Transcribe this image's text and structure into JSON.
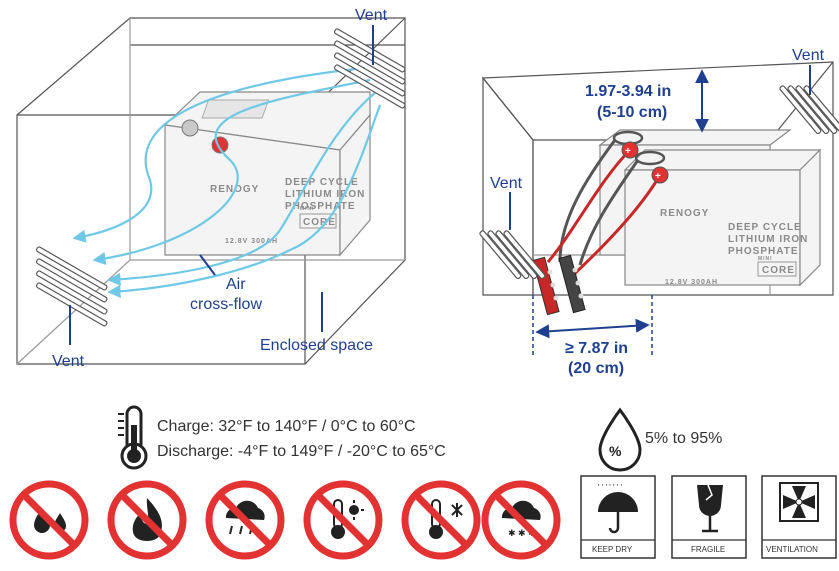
{
  "left_diagram": {
    "vent_top_label": "Vent",
    "vent_bottom_label": "Vent",
    "air_label_line1": "Air",
    "air_label_line2": "cross-flow",
    "enclosed_label": "Enclosed space",
    "battery": {
      "brand": "RENOGY",
      "line1": "DEEP CYCLE",
      "line2": "LITHIUM IRON",
      "line3": "PHOSPHATE",
      "series": "CORE",
      "series_tag": "MINI",
      "rating": "12.8V 300AH"
    }
  },
  "right_diagram": {
    "vent_left_label": "Vent",
    "vent_right_label": "Vent",
    "top_gap_line1": "1.97-3.94 in",
    "top_gap_line2": "(5-10 cm)",
    "side_gap_line1": "≥ 7.87 in",
    "side_gap_line2": "(20 cm)",
    "battery": {
      "brand": "RENOGY",
      "line1": "DEEP CYCLE",
      "line2": "LITHIUM IRON",
      "line3": "PHOSPHATE",
      "series": "CORE",
      "series_tag": "MINI",
      "rating": "12.8V 300AH"
    }
  },
  "specs": {
    "charge_temp": "Charge: 32°F to 140°F / 0°C to 60°C",
    "discharge_temp": "Discharge: -4°F to 149°F / -20°C to 65°C",
    "humidity": "5% to 95%",
    "humidity_symbol": "%"
  },
  "prohibition_icons": [
    "no-water-oil-icon",
    "no-fire-icon",
    "no-rain-icon",
    "no-heat-icon",
    "no-cold-icon",
    "no-snow-icon"
  ],
  "handling_icons": {
    "keep_dry": "KEEP DRY",
    "fragile": "FRAGILE",
    "ventilation": "VENTILATION"
  },
  "colors": {
    "label_blue": "#1f3f8f",
    "airflow_cyan": "#6fc9e6",
    "warning_red": "#e23232",
    "cable_red": "#c62828",
    "cable_gray": "#555555"
  }
}
